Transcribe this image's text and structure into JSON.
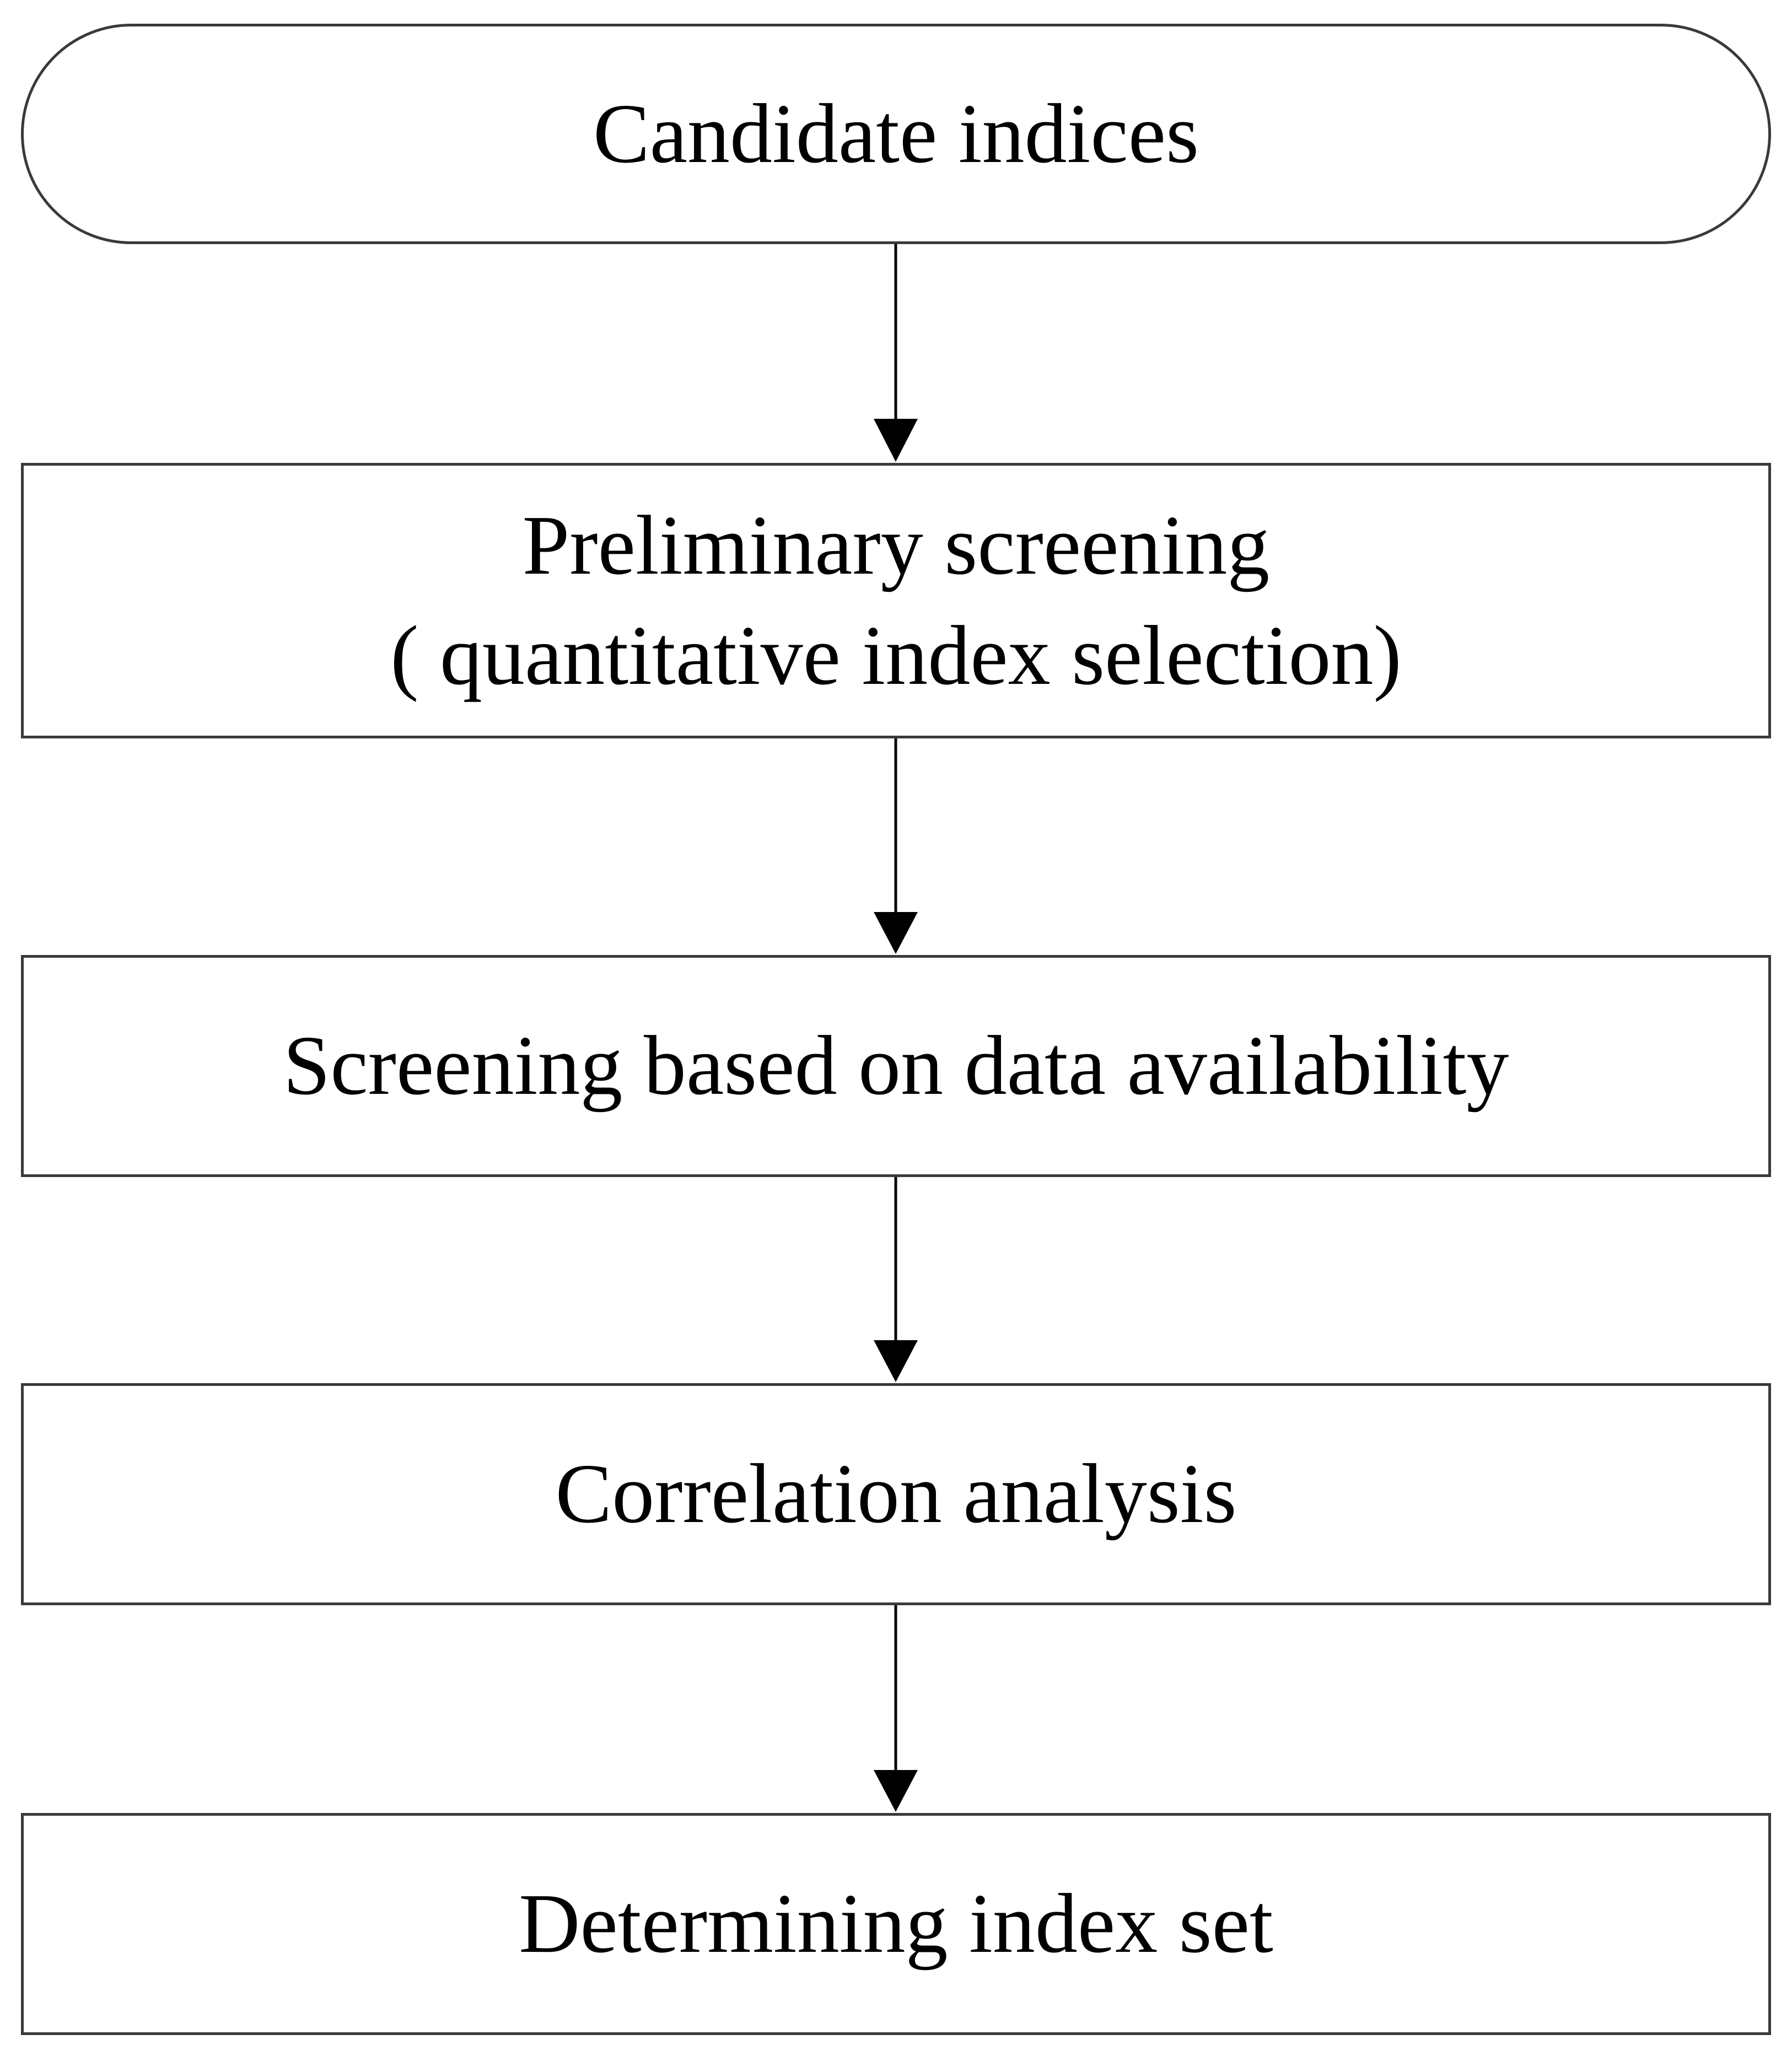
{
  "flowchart": {
    "start": {
      "label": "Candidate indices"
    },
    "steps": [
      {
        "lines": [
          "Preliminary screening",
          "( quantitative index selection)"
        ]
      },
      {
        "lines": [
          "Screening based on data availability"
        ]
      },
      {
        "lines": [
          "Correlation analysis"
        ]
      },
      {
        "lines": [
          "Determining index set"
        ]
      }
    ],
    "colors": {
      "border": "#3a3a3a",
      "arrow": "#000000",
      "text": "#000000",
      "background": "#ffffff"
    }
  }
}
